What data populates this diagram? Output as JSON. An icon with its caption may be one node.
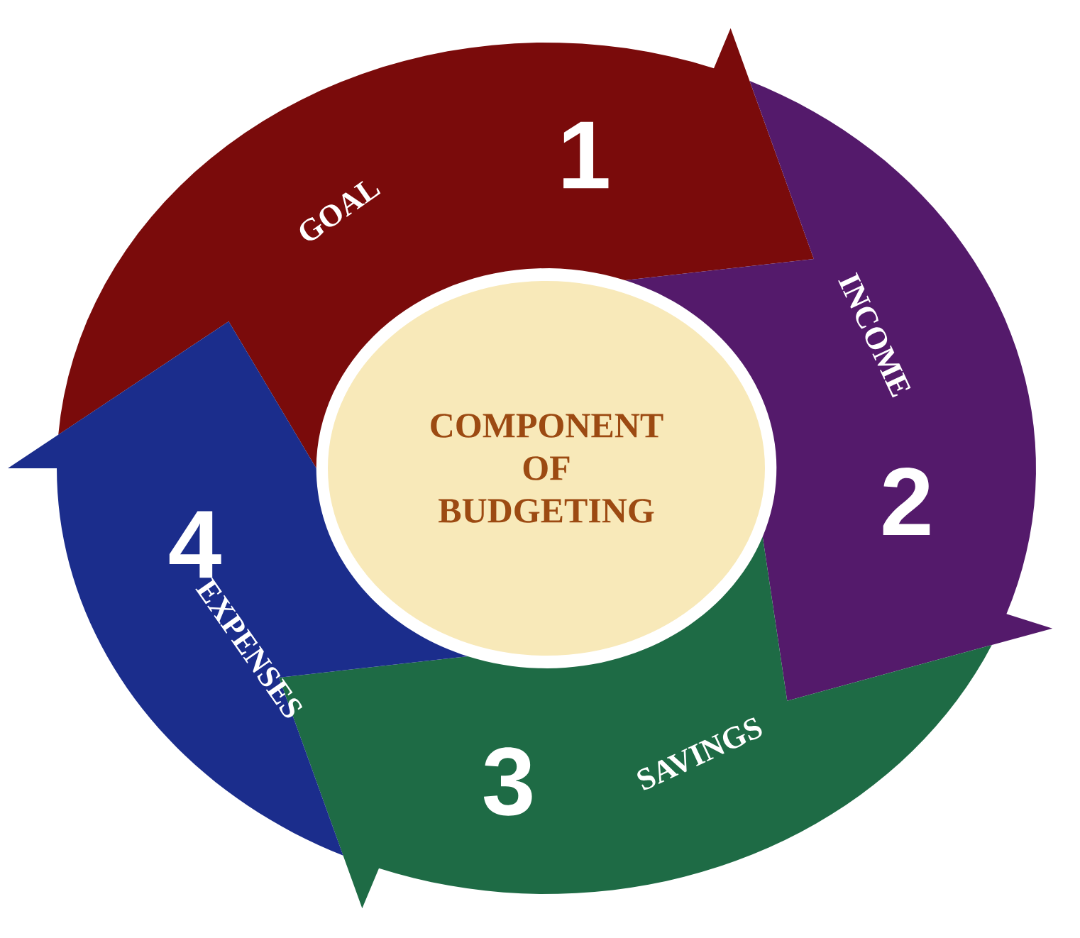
{
  "diagram": {
    "nodes": [
      {
        "text": [
          "COMPONENT OF BUDGETING"
        ]
      },
      {
        "text": [
          "GOAL",
          "1"
        ]
      },
      {
        "text": [
          "INCOME",
          "2"
        ]
      },
      {
        "text": [
          "SAVINGS",
          "3"
        ]
      },
      {
        "text": [
          "EXPENSES",
          "4"
        ]
      }
    ]
  }
}
